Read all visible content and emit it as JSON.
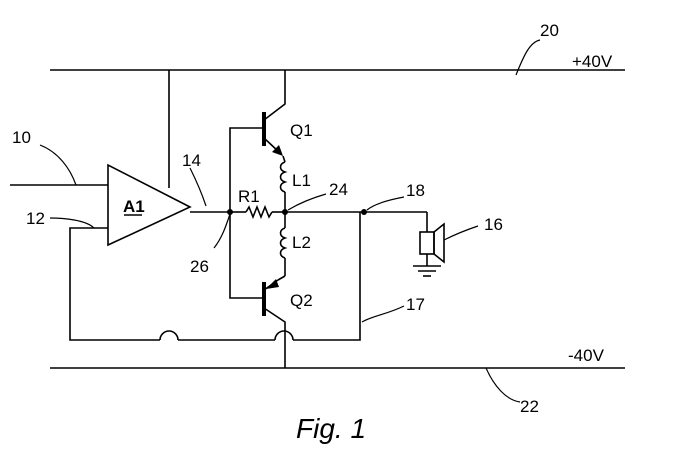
{
  "labels": {
    "rail_pos_ref": "20",
    "rail_pos_voltage": "+40V",
    "rail_neg_ref": "22",
    "rail_neg_voltage": "-40V",
    "input_ref": "10",
    "feedback_ref": "12",
    "amp_output_ref": "14",
    "amplifier": "A1",
    "transistor_q1": "Q1",
    "transistor_q2": "Q2",
    "inductor_l1": "L1",
    "inductor_l2": "L2",
    "resistor_r1": "R1",
    "node_ref_24": "24",
    "node_ref_26": "26",
    "output_node_ref": "18",
    "speaker_ref": "16",
    "ground_ref": "17",
    "caption": "Fig. 1"
  }
}
